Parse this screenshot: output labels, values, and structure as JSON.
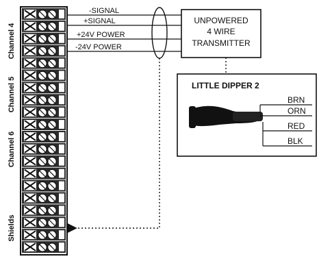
{
  "channels": [
    "Channel 4",
    "Channel 5",
    "Channel 6",
    "Shields"
  ],
  "wires": [
    "-SIGNAL",
    "+SIGNAL",
    "+24V POWER",
    "-24V POWER"
  ],
  "transmitter_label": [
    "UNPOWERED",
    "4 WIRE",
    "TRANSMITTER"
  ],
  "sensor_label": "LITTLE DIPPER 2",
  "sensor_wires": [
    "BRN",
    "ORN",
    "RED",
    "BLK"
  ],
  "colors": {
    "line": "#111111",
    "background": "#ffffff"
  }
}
